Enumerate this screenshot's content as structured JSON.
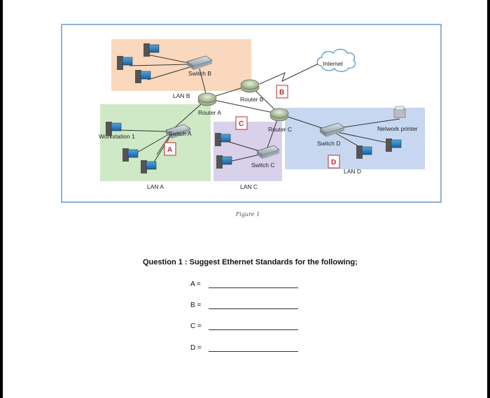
{
  "figure": {
    "labels": {
      "switch_b": "Switch B",
      "lan_b": "LAN B",
      "router_b": "Router B",
      "router_a": "Router A",
      "router_c": "Router C",
      "internet": "Internet",
      "workstation_1": "Workstation 1",
      "switch_a": "Switch A",
      "switch_c": "Switch C",
      "switch_d": "Switch D",
      "network_printer": "Network printer",
      "lan_a": "LAN A",
      "lan_c": "LAN C",
      "lan_d": "LAN D"
    },
    "markers": {
      "a": "A",
      "b": "B",
      "c": "C",
      "d": "D"
    },
    "colors": {
      "lan_b_zone": "#f9d8bd",
      "lan_a_zone": "#cfe8c6",
      "lan_c_zone": "#d9d0ea",
      "lan_d_zone": "#c7d7f0",
      "marker_red": "#c0282d"
    },
    "caption": "Figure 1"
  },
  "question": {
    "title": "Question 1 : Suggest Ethernet Standards for the following;",
    "answers": [
      {
        "label": "A ="
      },
      {
        "label": "B ="
      },
      {
        "label": "C ="
      },
      {
        "label": "D ="
      }
    ]
  }
}
